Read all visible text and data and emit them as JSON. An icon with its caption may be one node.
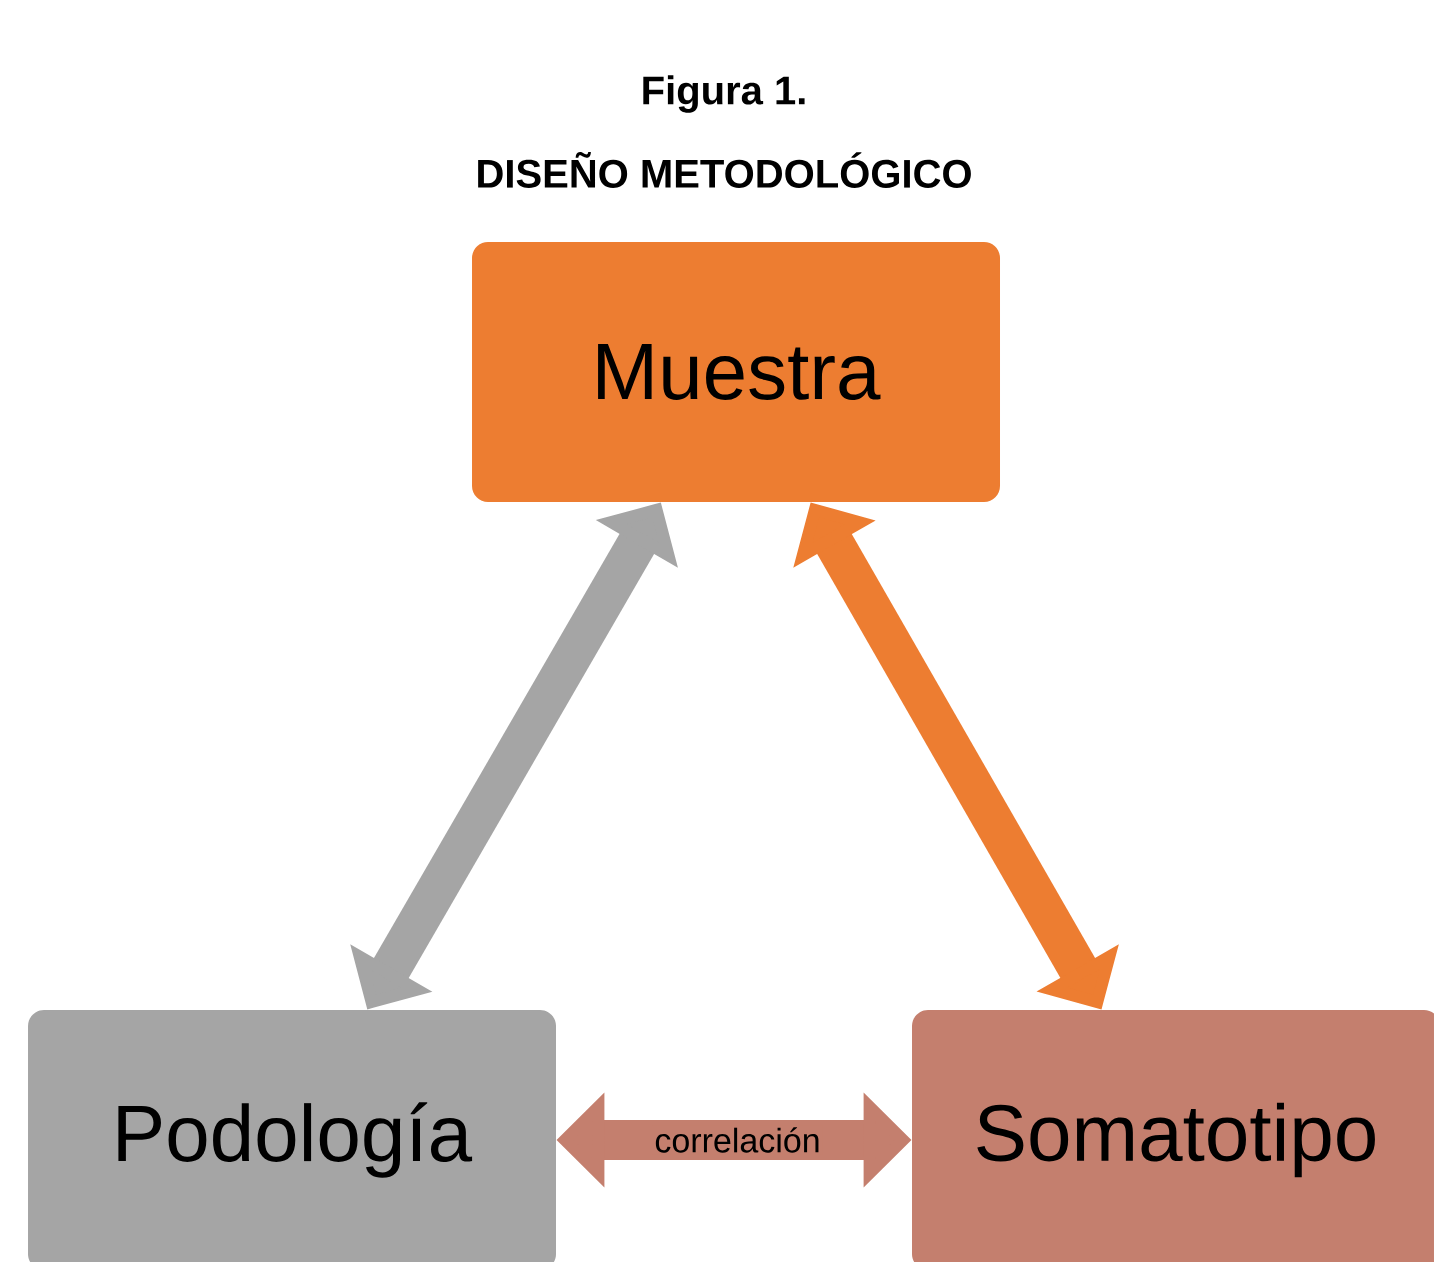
{
  "diagram": {
    "title": "DISEÑO METODOLÓGICO",
    "labels": [
      "Figura 1."
    ],
    "nodes": [
      {
        "text": [
          "Muestra"
        ]
      },
      {
        "text": [
          "Podología"
        ]
      },
      {
        "text": [
          "Somatotipo"
        ]
      }
    ],
    "edges": [
      {
        "from": 1,
        "to": 0,
        "arrow": "both",
        "color": "#a5a5a5"
      },
      {
        "from": 0,
        "to": 2,
        "arrow": "both",
        "color": "#ed7d31"
      },
      {
        "from": 1,
        "to": 2,
        "arrow": "both",
        "color": "#c47f6e",
        "label": "correlación"
      }
    ]
  }
}
